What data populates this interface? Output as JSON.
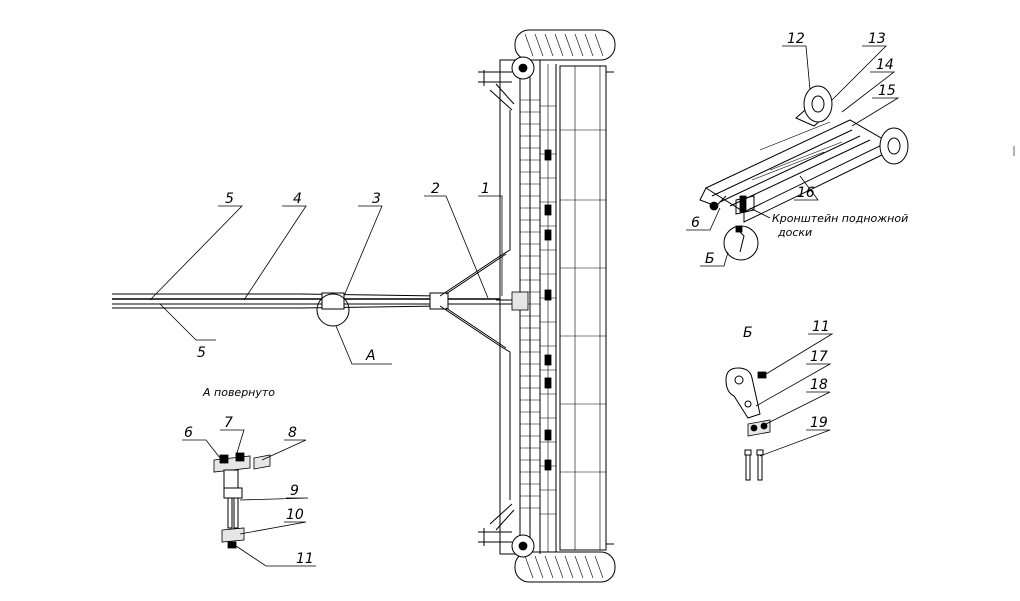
{
  "callouts": {
    "n1": "1",
    "n2": "2",
    "n3": "3",
    "n4": "4",
    "n5a": "5",
    "n5b": "5",
    "n6a": "6",
    "n7": "7",
    "n8": "8",
    "n9": "9",
    "n10": "10",
    "n11a": "11",
    "n12": "12",
    "n13": "13",
    "n14": "14",
    "n15": "15",
    "n16": "16",
    "n6b": "6",
    "n11b": "11",
    "n17": "17",
    "n18": "18",
    "n19": "19"
  },
  "view_labels": {
    "view_a": "А",
    "view_b_marker": "Б",
    "view_a_rotated": "А повернуто",
    "view_b_title": "Б"
  },
  "notes": {
    "bracket_line1": "Кронштейн подножной",
    "bracket_line2": "доски"
  }
}
